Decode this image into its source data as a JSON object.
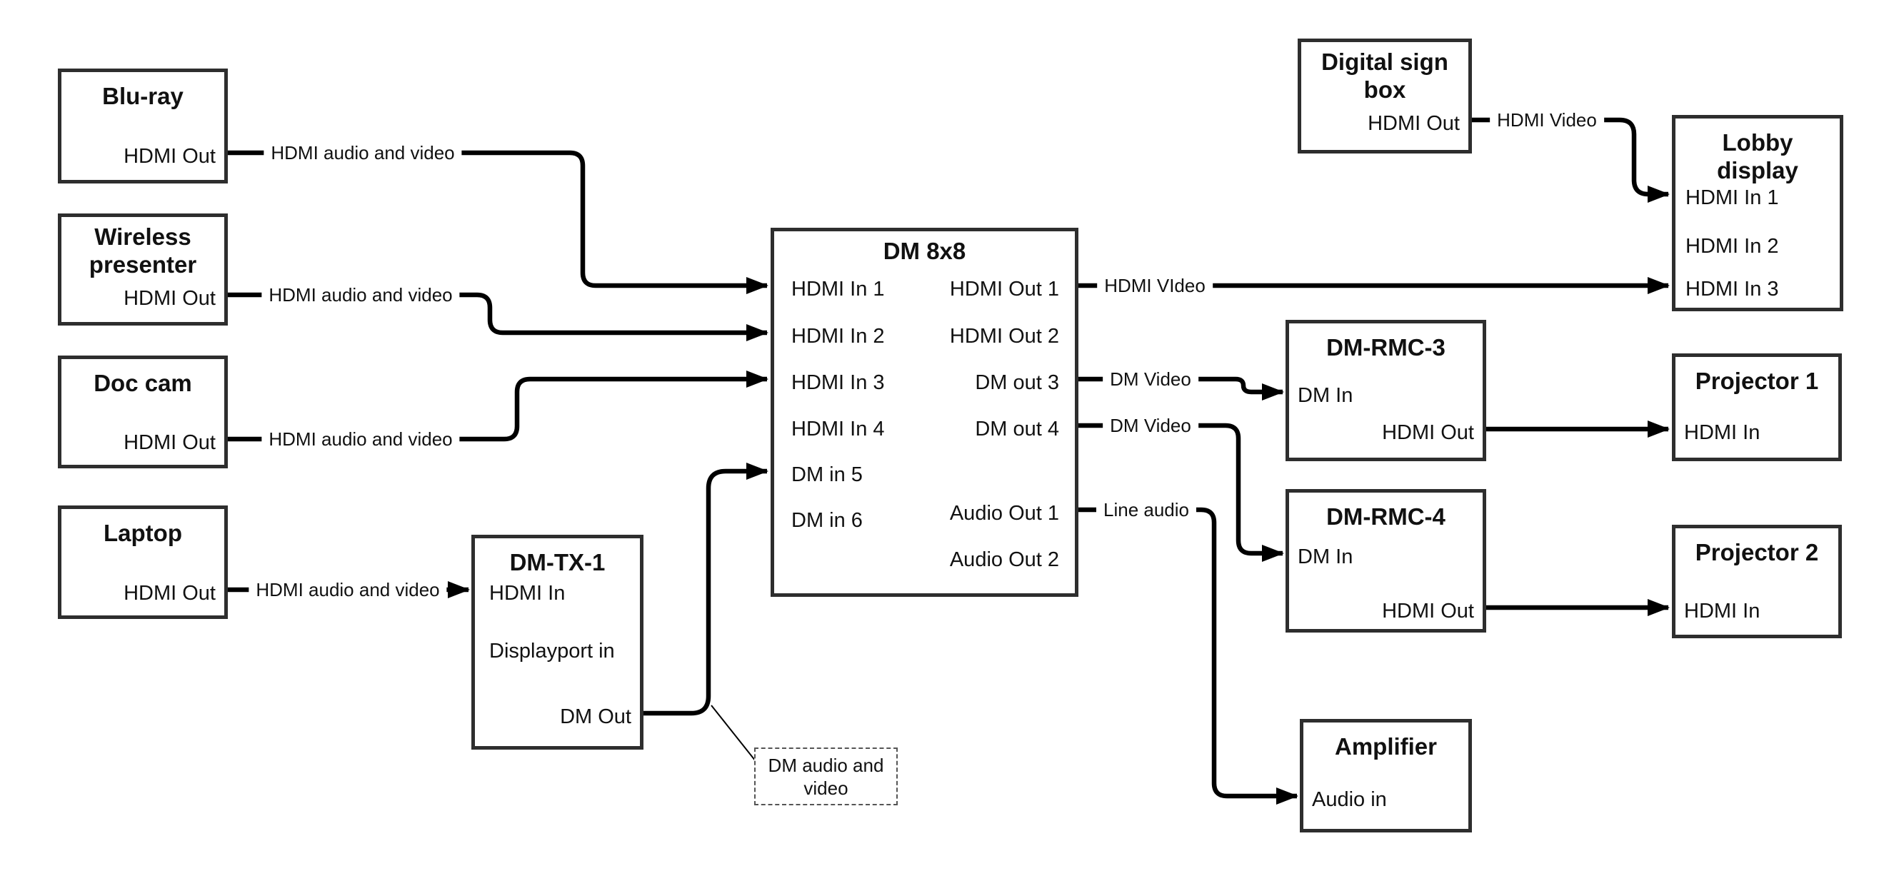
{
  "diagram": {
    "colors": {
      "line": "#000000",
      "box_border": "#2e2e2e",
      "background": "#ffffff"
    },
    "nodes": {
      "bluray": {
        "title": "Blu-ray",
        "ports": {
          "hdmi_out": "HDMI Out"
        }
      },
      "wireless": {
        "title": "Wireless\npresenter",
        "ports": {
          "hdmi_out": "HDMI Out"
        }
      },
      "doccam": {
        "title": "Doc cam",
        "ports": {
          "hdmi_out": "HDMI Out"
        }
      },
      "laptop": {
        "title": "Laptop",
        "ports": {
          "hdmi_out": "HDMI Out"
        }
      },
      "dmtx1": {
        "title": "DM-TX-1",
        "ports": {
          "hdmi_in": "HDMI In",
          "dp_in": "Displayport in",
          "dm_out": "DM Out"
        }
      },
      "dm8x8": {
        "title": "DM 8x8",
        "ports_left": [
          "HDMI In 1",
          "HDMI In 2",
          "HDMI In 3",
          "HDMI In 4",
          "DM in 5",
          "DM in 6"
        ],
        "ports_right": [
          "HDMI Out 1",
          "HDMI Out 2",
          "DM out 3",
          "DM out 4",
          "Audio Out 1",
          "Audio Out 2"
        ]
      },
      "digital_sign": {
        "title": "Digital sign\nbox",
        "ports": {
          "hdmi_out": "HDMI Out"
        }
      },
      "lobby": {
        "title": "Lobby\ndisplay",
        "ports": {
          "in1": "HDMI In 1",
          "in2": "HDMI In 2",
          "in3": "HDMI In 3"
        }
      },
      "rmc3": {
        "title": "DM-RMC-3",
        "ports": {
          "dm_in": "DM In",
          "hdmi_out": "HDMI Out"
        }
      },
      "proj1": {
        "title": "Projector 1",
        "ports": {
          "hdmi_in": "HDMI In"
        }
      },
      "rmc4": {
        "title": "DM-RMC-4",
        "ports": {
          "dm_in": "DM In",
          "hdmi_out": "HDMI Out"
        }
      },
      "proj2": {
        "title": "Projector 2",
        "ports": {
          "hdmi_in": "HDMI In"
        }
      },
      "amplifier": {
        "title": "Amplifier",
        "ports": {
          "audio_in": "Audio in"
        }
      }
    },
    "wire_labels": {
      "bluray_av": "HDMI audio and video",
      "wireless_av": "HDMI audio and video",
      "doccam_av": "HDMI audio and video",
      "laptop_av": "HDMI audio and video",
      "out1_video": "HDMI VIdeo",
      "out3_video": "DM Video",
      "out4_video": "DM Video",
      "line_audio": "Line audio",
      "sign_video": "HDMI Video"
    },
    "note": {
      "text": "DM audio and\nvideo"
    }
  }
}
